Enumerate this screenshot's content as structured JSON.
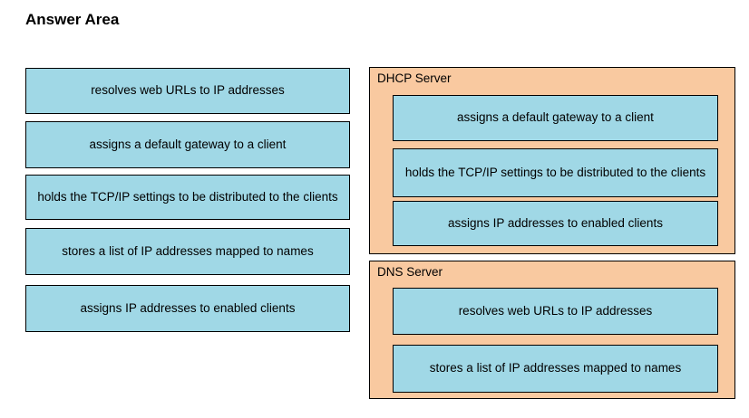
{
  "title": "Answer Area",
  "colors": {
    "tile_fill": "#A0D8E6",
    "container_fill": "#F9C9A0",
    "border": "#000000",
    "text": "#000000"
  },
  "source_tiles": [
    "resolves web URLs to IP addresses",
    "assigns a default gateway to a client",
    "holds the TCP/IP settings to be distributed to the clients",
    "stores a list of IP addresses mapped to names",
    "assigns IP addresses to enabled clients"
  ],
  "targets": {
    "dhcp": {
      "label": "DHCP Server",
      "tiles": [
        "assigns a default gateway to a client",
        "holds the TCP/IP settings to be distributed to the clients",
        "assigns IP addresses to enabled clients"
      ]
    },
    "dns": {
      "label": "DNS Server",
      "tiles": [
        "resolves web URLs to IP addresses",
        "stores a list of IP addresses mapped to names"
      ]
    }
  }
}
